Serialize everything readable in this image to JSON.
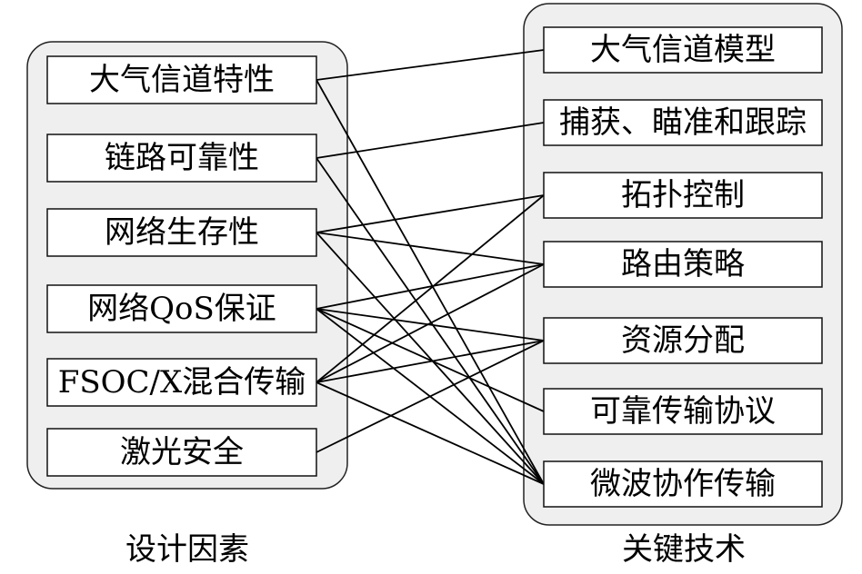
{
  "left_group": {
    "caption": "设计因素",
    "items": [
      "大气信道特性",
      "链路可靠性",
      "网络生存性",
      "网络QoS保证",
      "FSOC/X混合传输",
      "激光安全"
    ]
  },
  "right_group": {
    "caption": "关键技术",
    "items": [
      "大气信道模型",
      "捕获、瞄准和跟踪",
      "拓扑控制",
      "路由策略",
      "资源分配",
      "可靠传输协议",
      "微波协作传输"
    ]
  },
  "links": [
    {
      "from": 0,
      "to": 0
    },
    {
      "from": 0,
      "to": 6
    },
    {
      "from": 1,
      "to": 1
    },
    {
      "from": 1,
      "to": 6
    },
    {
      "from": 2,
      "to": 2
    },
    {
      "from": 2,
      "to": 3
    },
    {
      "from": 2,
      "to": 6
    },
    {
      "from": 3,
      "to": 3
    },
    {
      "from": 3,
      "to": 4
    },
    {
      "from": 3,
      "to": 5
    },
    {
      "from": 3,
      "to": 6
    },
    {
      "from": 4,
      "to": 2
    },
    {
      "from": 4,
      "to": 3
    },
    {
      "from": 4,
      "to": 4
    },
    {
      "from": 4,
      "to": 6
    },
    {
      "from": 5,
      "to": 4
    }
  ]
}
